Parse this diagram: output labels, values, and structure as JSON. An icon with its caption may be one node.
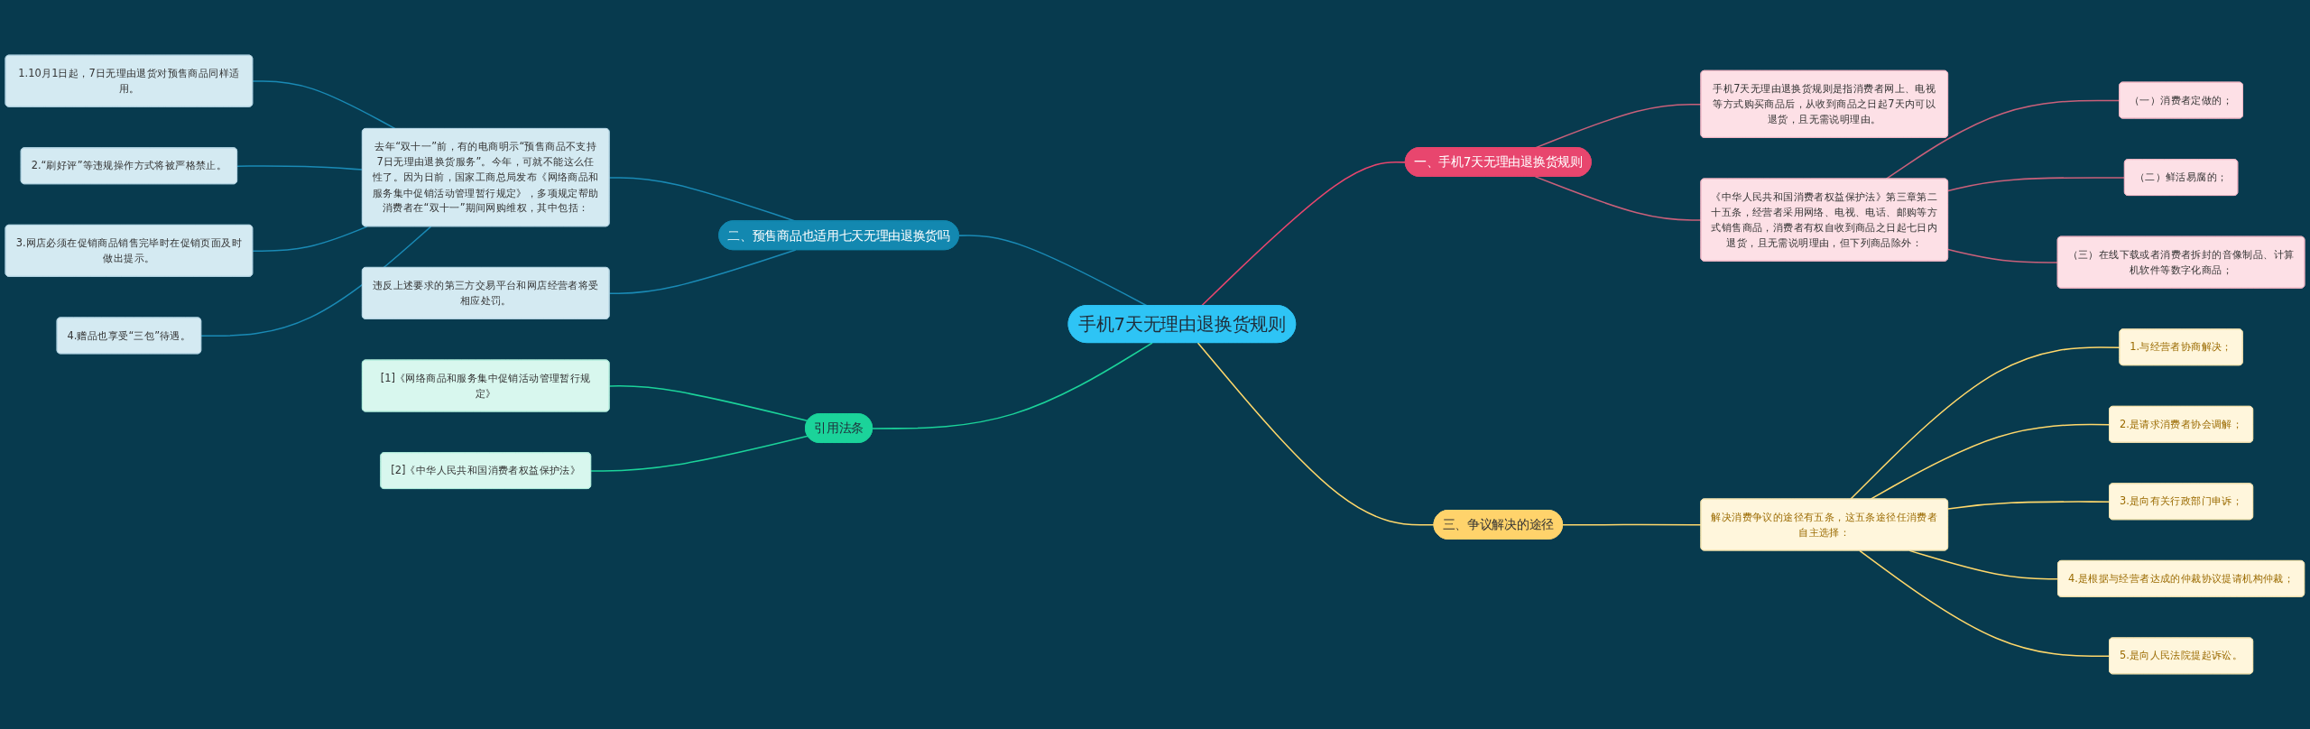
{
  "diagram": {
    "nodes": [
      {
        "text": [
          "手机7天无理由退换货规则"
        ]
      },
      {
        "text": [
          "一、手机7天无理由退换货规则"
        ]
      },
      {
        "text": [
          "手机7天无理由退换货规则是指消费者网上、电视等方式购买商品后，从收到商品之日起7天内可以退货，且无需说明理由。"
        ]
      },
      {
        "text": [
          "《中华人民共和国消费者权益保护法》第三章第二十五条，经营者采用网络、电视、电话、邮购等方式销售商品，消费者有权自收到商品之日起七日内退货，且无需说明理由，但下列商品除外："
        ]
      },
      {
        "text": [
          "（一）消费者定做的；"
        ]
      },
      {
        "text": [
          "（二）鲜活易腐的；"
        ]
      },
      {
        "text": [
          "（三）在线下载或者消费者拆封的音像制品、计算机软件等数字化商品；"
        ]
      },
      {
        "text": [
          "二、预售商品也适用七天无理由退换货吗"
        ]
      },
      {
        "text": [
          "去年“双十一”前，有的电商明示“预售商品不支持7日无理由退换货服务”。今年，可就不能这么任性了。因为日前，国家工商总局发布《网络商品和服务集中促销活动管理暂行规定》，多项规定帮助消费者在“双十一”期间网购维权，其中包括："
        ]
      },
      {
        "text": [
          "1.10月1日起，7日无理由退货对预售商品同样适用。"
        ]
      },
      {
        "text": [
          "2.“刷好评”等违规操作方式将被严格禁止。"
        ]
      },
      {
        "text": [
          "3.网店必须在促销商品销售完毕时在促销页面及时做出提示。"
        ]
      },
      {
        "text": [
          "4.赠品也享受“三包”待遇。"
        ]
      },
      {
        "text": [
          "违反上述要求的第三方交易平台和网店经营者将受相应处罚。"
        ]
      },
      {
        "text": [
          "引用法条"
        ]
      },
      {
        "text": [
          "[1]《网络商品和服务集中促销活动管理暂行规定》"
        ]
      },
      {
        "text": [
          "[2]《中华人民共和国消费者权益保护法》"
        ]
      },
      {
        "text": [
          "三、争议解决的途径"
        ]
      },
      {
        "text": [
          "解决消费争议的途径有五条，这五条途径任消费者自主选择："
        ]
      },
      {
        "text": [
          "1.与经营者协商解决；"
        ]
      },
      {
        "text": [
          "2.是请求消费者协会调解；"
        ]
      },
      {
        "text": [
          "3.是向有关行政部门申诉；"
        ]
      },
      {
        "text": [
          "4.是根据与经营者达成的仲裁协议提请机构仲裁；"
        ]
      },
      {
        "text": [
          "5.是向人民法院提起诉讼。"
        ]
      }
    ],
    "edges": [
      {
        "from": 0,
        "to": 1,
        "arrow": "none",
        "color": "#e8466e"
      },
      {
        "from": 1,
        "to": 2,
        "arrow": "none",
        "color": "#c9607a"
      },
      {
        "from": 1,
        "to": 3,
        "arrow": "none",
        "color": "#c9607a"
      },
      {
        "from": 3,
        "to": 4,
        "arrow": "none",
        "color": "#c9607a"
      },
      {
        "from": 3,
        "to": 5,
        "arrow": "none",
        "color": "#c9607a"
      },
      {
        "from": 3,
        "to": 6,
        "arrow": "none",
        "color": "#c9607a"
      },
      {
        "from": 0,
        "to": 7,
        "arrow": "none",
        "color": "#1a8ab5"
      },
      {
        "from": 7,
        "to": 8,
        "arrow": "none",
        "color": "#1a8ab5"
      },
      {
        "from": 8,
        "to": 9,
        "arrow": "none",
        "color": "#1a8ab5"
      },
      {
        "from": 8,
        "to": 10,
        "arrow": "none",
        "color": "#1a8ab5"
      },
      {
        "from": 8,
        "to": 11,
        "arrow": "none",
        "color": "#1a8ab5"
      },
      {
        "from": 8,
        "to": 12,
        "arrow": "none",
        "color": "#1a8ab5"
      },
      {
        "from": 7,
        "to": 13,
        "arrow": "none",
        "color": "#1a8ab5"
      },
      {
        "from": 0,
        "to": 14,
        "arrow": "none",
        "color": "#1bd39a"
      },
      {
        "from": 14,
        "to": 15,
        "arrow": "none",
        "color": "#1bd39a"
      },
      {
        "from": 14,
        "to": 16,
        "arrow": "none",
        "color": "#1bd39a"
      },
      {
        "from": 0,
        "to": 17,
        "arrow": "none",
        "color": "#ffd86b"
      },
      {
        "from": 17,
        "to": 18,
        "arrow": "none",
        "color": "#ffd86b"
      },
      {
        "from": 18,
        "to": 19,
        "arrow": "none",
        "color": "#ffd86b"
      },
      {
        "from": 18,
        "to": 20,
        "arrow": "none",
        "color": "#ffd86b"
      },
      {
        "from": 18,
        "to": 21,
        "arrow": "none",
        "color": "#ffd86b"
      },
      {
        "from": 18,
        "to": 22,
        "arrow": "none",
        "color": "#ffd86b"
      },
      {
        "from": 18,
        "to": 23,
        "arrow": "none",
        "color": "#ffd86b"
      }
    ]
  }
}
